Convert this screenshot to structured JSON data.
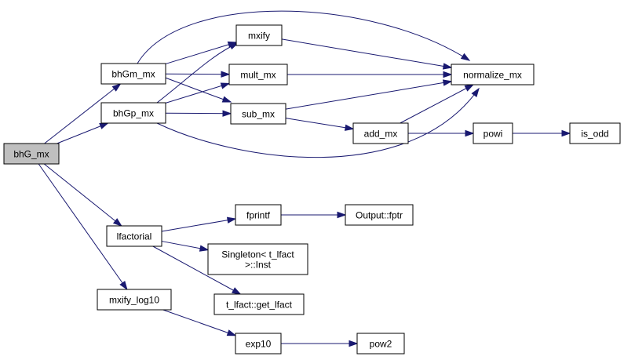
{
  "nodes": [
    {
      "id": "bhG_mx",
      "lines": [
        "bhG_mx"
      ],
      "root": true
    },
    {
      "id": "bhGm_mx",
      "lines": [
        "bhGm_mx"
      ]
    },
    {
      "id": "bhGp_mx",
      "lines": [
        "bhGp_mx"
      ]
    },
    {
      "id": "lfactorial",
      "lines": [
        "lfactorial"
      ]
    },
    {
      "id": "mxify_log10",
      "lines": [
        "mxify_log10"
      ]
    },
    {
      "id": "mxify",
      "lines": [
        "mxify"
      ]
    },
    {
      "id": "mult_mx",
      "lines": [
        "mult_mx"
      ]
    },
    {
      "id": "sub_mx",
      "lines": [
        "sub_mx"
      ]
    },
    {
      "id": "normalize_mx",
      "lines": [
        "normalize_mx"
      ]
    },
    {
      "id": "add_mx",
      "lines": [
        "add_mx"
      ]
    },
    {
      "id": "powi",
      "lines": [
        "powi"
      ]
    },
    {
      "id": "is_odd",
      "lines": [
        "is_odd"
      ]
    },
    {
      "id": "fprintf",
      "lines": [
        "fprintf"
      ]
    },
    {
      "id": "Output_fptr",
      "lines": [
        "Output::fptr"
      ]
    },
    {
      "id": "Singleton_Inst",
      "lines": [
        "Singleton< t_lfact",
        ">::Inst"
      ]
    },
    {
      "id": "get_lfact",
      "lines": [
        "t_lfact::get_lfact"
      ]
    },
    {
      "id": "exp10",
      "lines": [
        "exp10"
      ]
    },
    {
      "id": "pow2",
      "lines": [
        "pow2"
      ]
    }
  ],
  "edges": [
    {
      "from": "bhG_mx",
      "to": "bhGm_mx"
    },
    {
      "from": "bhG_mx",
      "to": "bhGp_mx"
    },
    {
      "from": "bhG_mx",
      "to": "lfactorial"
    },
    {
      "from": "bhG_mx",
      "to": "mxify_log10"
    },
    {
      "from": "bhGm_mx",
      "to": "mxify"
    },
    {
      "from": "bhGm_mx",
      "to": "normalize_mx"
    },
    {
      "from": "bhGm_mx",
      "to": "mult_mx"
    },
    {
      "from": "bhGm_mx",
      "to": "sub_mx"
    },
    {
      "from": "bhGp_mx",
      "to": "mxify"
    },
    {
      "from": "bhGp_mx",
      "to": "mult_mx"
    },
    {
      "from": "bhGp_mx",
      "to": "sub_mx"
    },
    {
      "from": "bhGp_mx",
      "to": "normalize_mx"
    },
    {
      "from": "mxify",
      "to": "normalize_mx"
    },
    {
      "from": "mult_mx",
      "to": "normalize_mx"
    },
    {
      "from": "sub_mx",
      "to": "normalize_mx"
    },
    {
      "from": "sub_mx",
      "to": "add_mx"
    },
    {
      "from": "add_mx",
      "to": "normalize_mx"
    },
    {
      "from": "add_mx",
      "to": "powi"
    },
    {
      "from": "powi",
      "to": "is_odd"
    },
    {
      "from": "lfactorial",
      "to": "fprintf"
    },
    {
      "from": "lfactorial",
      "to": "Singleton_Inst"
    },
    {
      "from": "lfactorial",
      "to": "get_lfact"
    },
    {
      "from": "fprintf",
      "to": "Output_fptr"
    },
    {
      "from": "mxify_log10",
      "to": "exp10"
    },
    {
      "from": "exp10",
      "to": "pow2"
    }
  ],
  "colors": {
    "edge": "#191970",
    "root_fill": "#bfbfbf",
    "node_fill": "#ffffff",
    "node_stroke": "#000000"
  }
}
